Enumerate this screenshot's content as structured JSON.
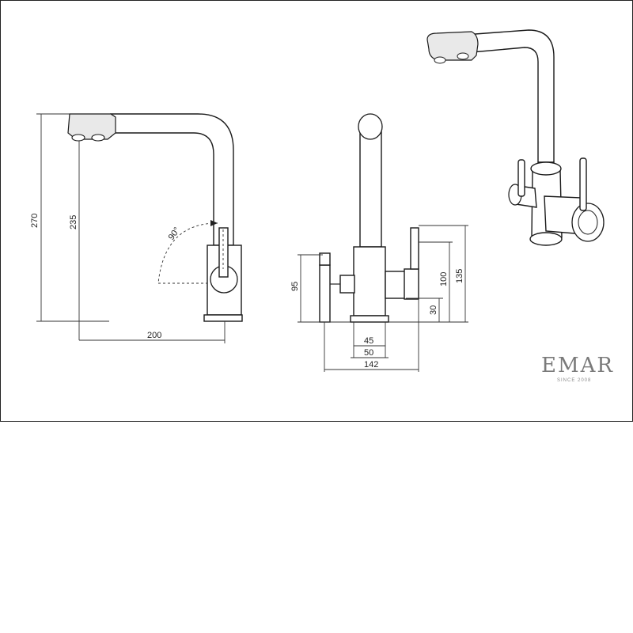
{
  "dimensions": {
    "total_height": "270",
    "spout_height": "235",
    "reach": "200",
    "rotation_angle": "90°",
    "base_to_lever": "95",
    "handle_height": "100",
    "overall_side_height": "135",
    "handle_offset": "30",
    "base_diameter": "45",
    "flange_diameter": "50",
    "overall_width": "142"
  },
  "brand": {
    "name": "EMAR",
    "tagline": "SINCE 2008"
  },
  "colors": {
    "line": "#1a1a1a",
    "shade": "#e9e9e9",
    "brand": "#7a7a7a",
    "frame": "#222222"
  }
}
